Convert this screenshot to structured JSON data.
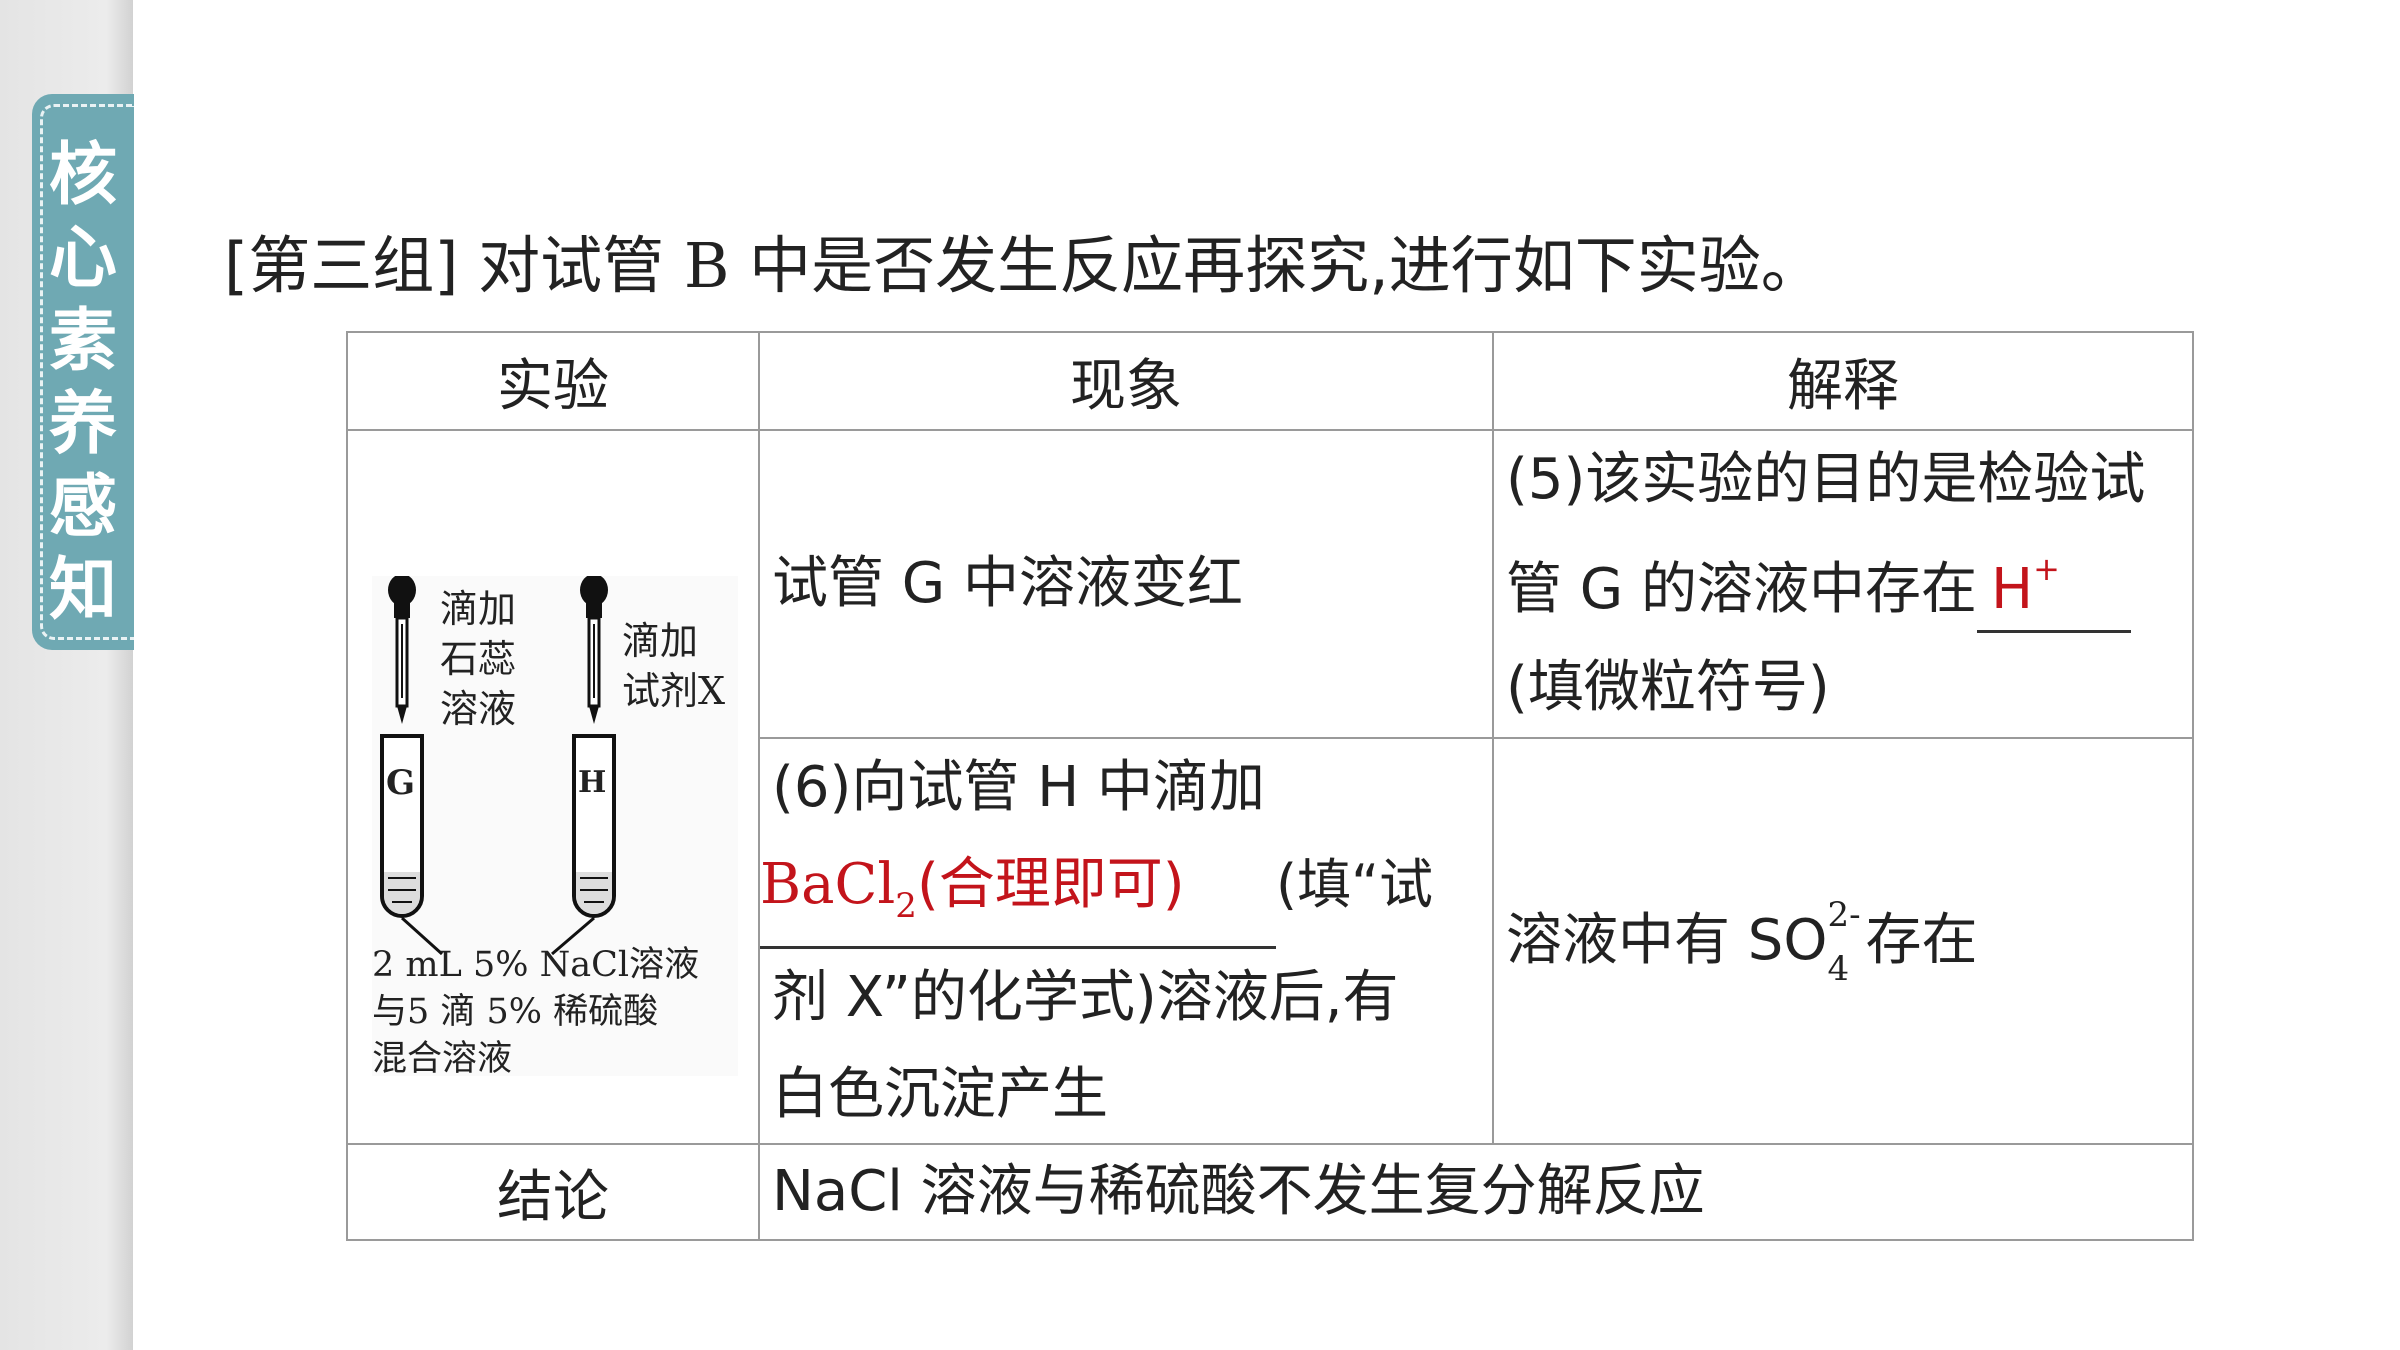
{
  "side_tab": {
    "chars": [
      "核",
      "心",
      "素",
      "养",
      "感",
      "知"
    ]
  },
  "heading": {
    "prefix": "[第三组] 对试管",
    "letter": "B",
    "suffix": "中是否发生反应再探究,进行如下实验。"
  },
  "table": {
    "headers": [
      "实验",
      "现象",
      "解释"
    ],
    "row1": {
      "phenomenon": "试管 G 中溶液变红",
      "explanation_line1": "(5)该实验的目的是检验试",
      "explanation_line2": "管 G 的溶液中存在",
      "answer_ion": "H",
      "answer_charge": "+",
      "explanation_line3": "(填微粒符号)"
    },
    "row2": {
      "phenomenon_line1": "(6)向试管 H 中滴加",
      "answer_formula": "BaCl",
      "answer_subscript": "2",
      "answer_note": "(合理即可)",
      "phenomenon_line2_after": "(填“试",
      "phenomenon_line3": "剂 X”的化学式)溶液后,有",
      "phenomenon_line4": "白色沉淀产生",
      "explanation_prefix": "溶液中有 SO",
      "ion_charge": "2-",
      "ion_subscript": "4",
      "explanation_suffix": "存在"
    },
    "row3": {
      "label": "结论",
      "conclusion": "NaCl 溶液与稀硫酸不发生复分解反应"
    }
  },
  "diagram": {
    "left_dropper_label": [
      "滴加",
      "石蕊",
      "溶液"
    ],
    "right_dropper_label": [
      "滴加",
      "试剂X"
    ],
    "tube_g": "G",
    "tube_h": "H",
    "caption": [
      "2 mL 5% NaCl溶液",
      "与5 滴 5% 稀硫酸",
      "混合溶液"
    ]
  },
  "colors": {
    "answer": "#c3141b",
    "side_tab": "#6fa9b3",
    "border": "#9a9a9a"
  }
}
